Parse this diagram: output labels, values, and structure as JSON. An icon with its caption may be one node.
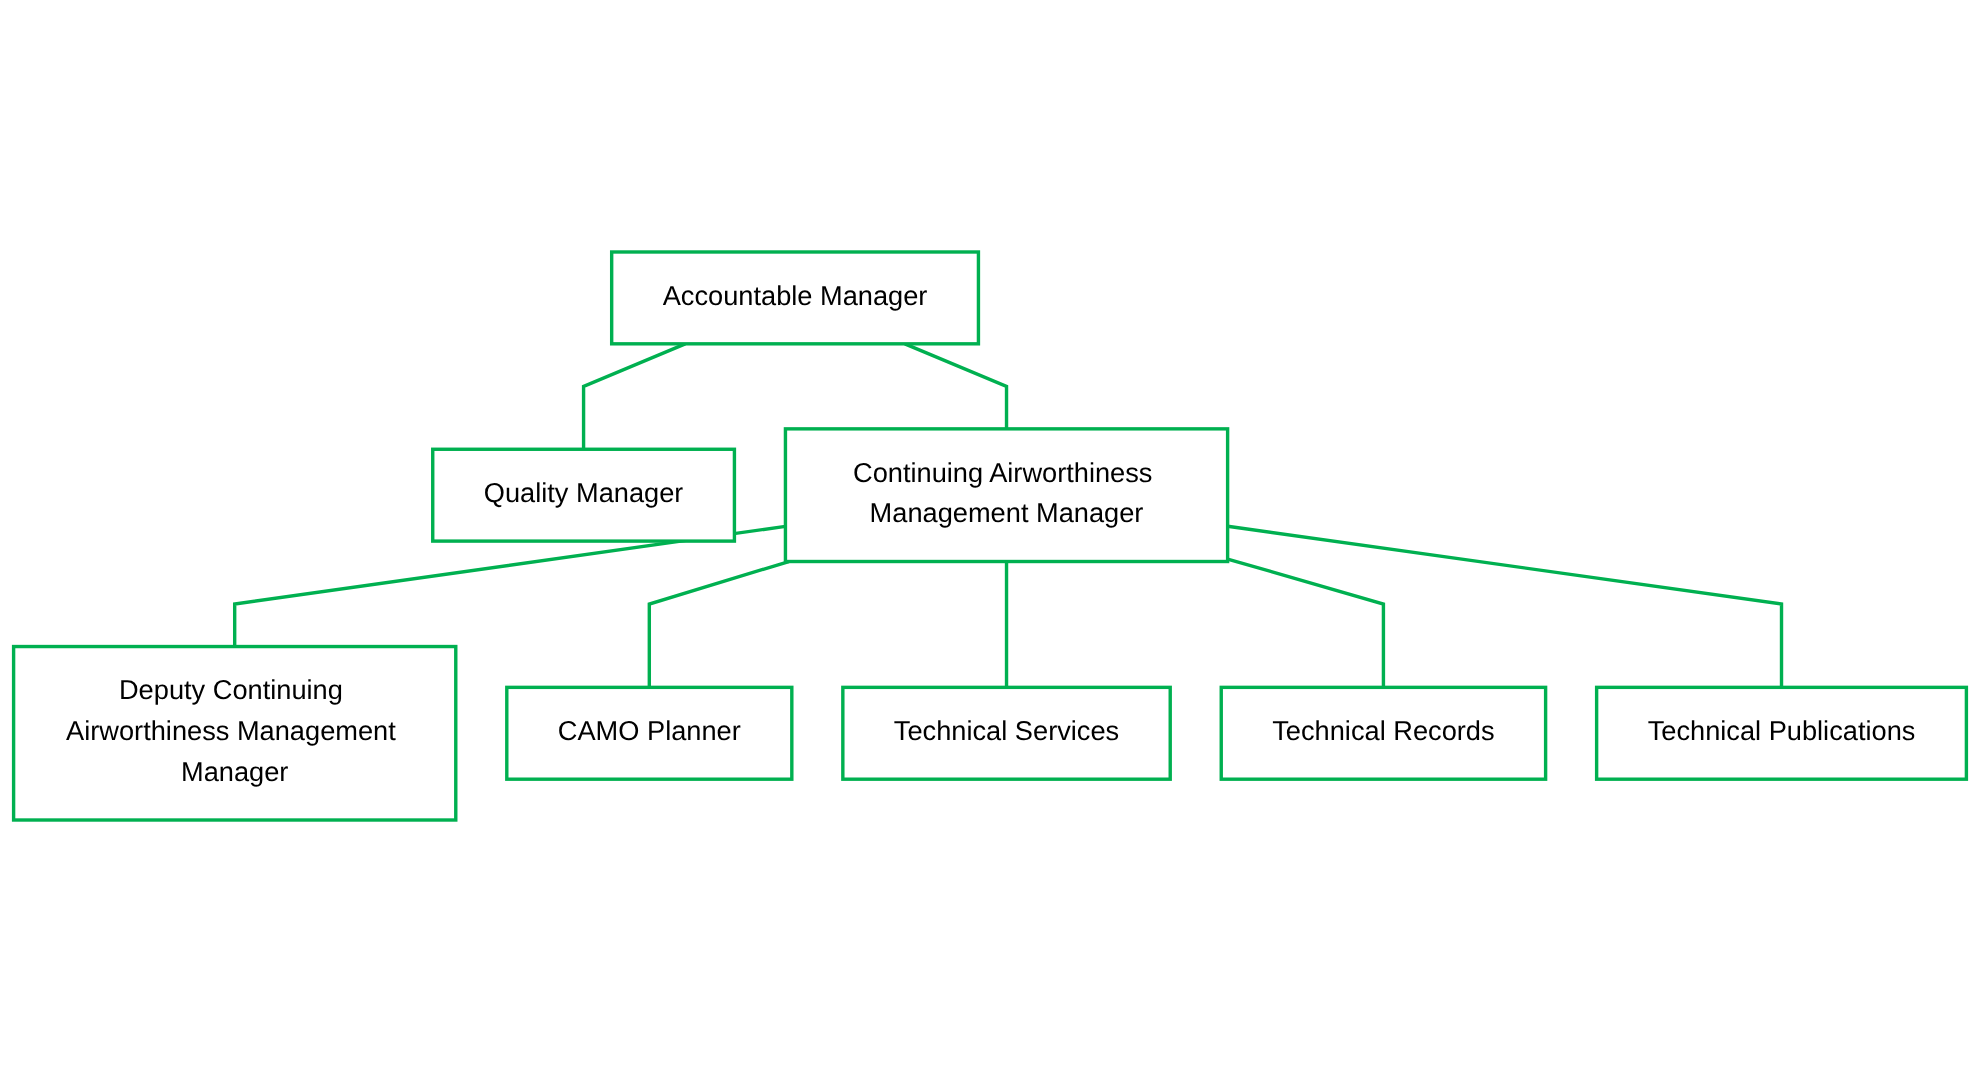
{
  "diagram": {
    "nodes": [
      {
        "text": [
          "Accountable Manager"
        ]
      },
      {
        "text": [
          "Quality Manager"
        ]
      },
      {
        "text": [
          "Continuing Airworthiness Management Manager"
        ]
      },
      {
        "text": [
          "Deputy Continuing Airworthiness Management Manager"
        ]
      },
      {
        "text": [
          "CAMO Planner"
        ]
      },
      {
        "text": [
          "Technical Services"
        ]
      },
      {
        "text": [
          "Technical Records"
        ]
      },
      {
        "text": [
          "Technical Publications"
        ]
      }
    ],
    "edges": [
      {
        "from": 0,
        "to": 1,
        "arrow": "none"
      },
      {
        "from": 0,
        "to": 2,
        "arrow": "none"
      },
      {
        "from": 2,
        "to": 3,
        "arrow": "none"
      },
      {
        "from": 2,
        "to": 4,
        "arrow": "none"
      },
      {
        "from": 2,
        "to": 5,
        "arrow": "none"
      },
      {
        "from": 2,
        "to": 6,
        "arrow": "none"
      },
      {
        "from": 2,
        "to": 7,
        "arrow": "none"
      }
    ]
  }
}
